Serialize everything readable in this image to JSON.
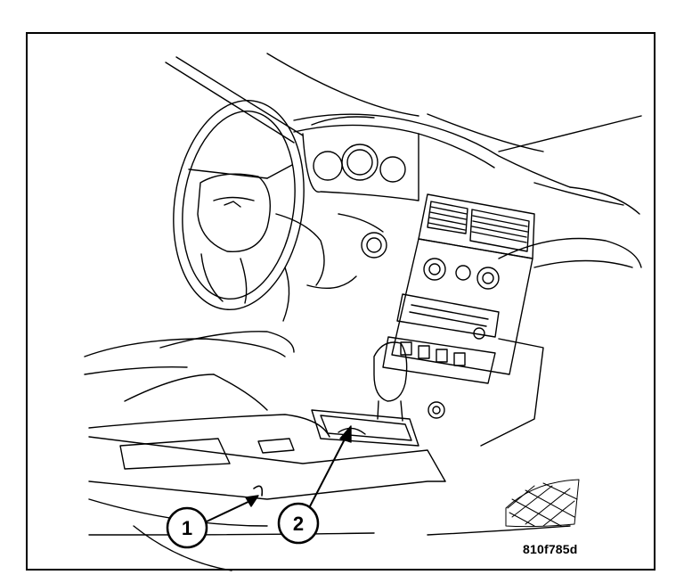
{
  "figure": {
    "id_label": "810f785d",
    "line_color": "#000000",
    "background": "#ffffff"
  },
  "callouts": [
    {
      "number": "1"
    },
    {
      "number": "2"
    }
  ]
}
